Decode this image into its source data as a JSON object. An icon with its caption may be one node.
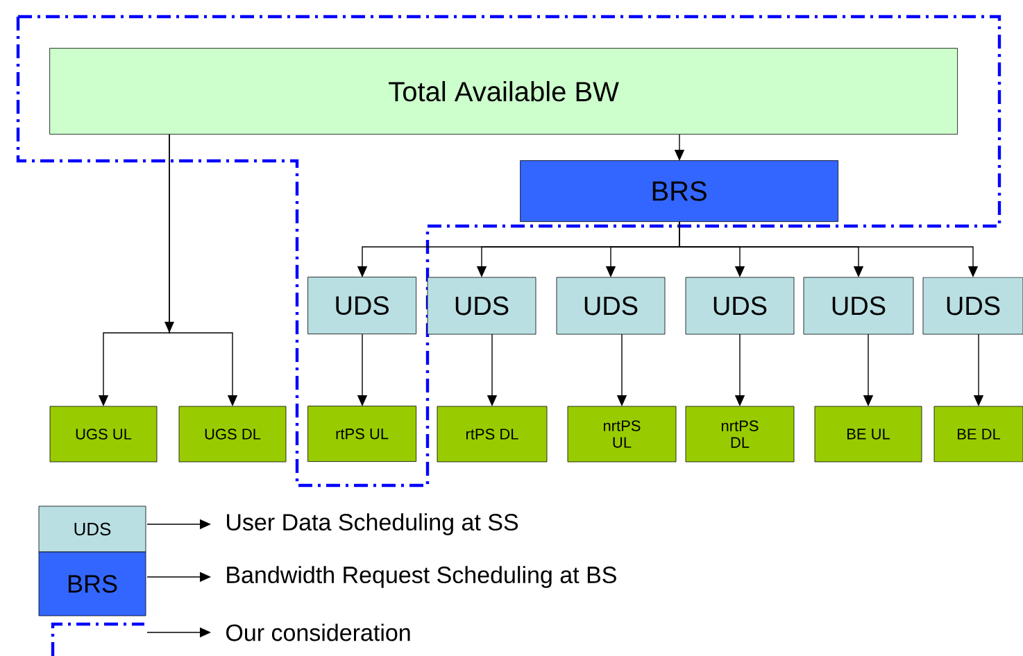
{
  "diagram": {
    "nodes": [
      {
        "text": [],
        "shape": "box"
      },
      {
        "text": [
          "Total Available BW"
        ],
        "in": 0
      },
      {
        "text": [
          "BRS"
        ],
        "in": 0
      },
      {
        "text": [
          "UDS"
        ],
        "in": 0
      },
      {
        "text": [
          "UDS"
        ]
      },
      {
        "text": [
          "UDS"
        ]
      },
      {
        "text": [
          "UDS"
        ]
      },
      {
        "text": [
          "UDS"
        ]
      },
      {
        "text": [
          "UDS"
        ]
      },
      {
        "text": [
          "UGS UL"
        ]
      },
      {
        "text": [
          "UGS DL"
        ]
      },
      {
        "text": [
          "rtPS UL"
        ],
        "in": 0
      },
      {
        "text": [
          "rtPS DL"
        ]
      },
      {
        "text": [
          "nrtPS UL"
        ]
      },
      {
        "text": [
          "nrtPS DL"
        ]
      },
      {
        "text": [
          "BE UL"
        ]
      },
      {
        "text": [
          "BE DL"
        ]
      }
    ],
    "edges": [
      {
        "from": 1,
        "to": 2,
        "arrow": "to"
      },
      {
        "from": 1,
        "to": 9,
        "arrow": "to"
      },
      {
        "from": 1,
        "to": 10,
        "arrow": "to"
      },
      {
        "from": 2,
        "to": 3,
        "arrow": "to"
      },
      {
        "from": 2,
        "to": 4,
        "arrow": "to"
      },
      {
        "from": 2,
        "to": 5,
        "arrow": "to"
      },
      {
        "from": 2,
        "to": 6,
        "arrow": "to"
      },
      {
        "from": 2,
        "to": 7,
        "arrow": "to"
      },
      {
        "from": 2,
        "to": 8,
        "arrow": "to"
      },
      {
        "from": 3,
        "to": 11,
        "arrow": "to"
      },
      {
        "from": 4,
        "to": 12,
        "arrow": "to"
      },
      {
        "from": 5,
        "to": 13,
        "arrow": "to"
      },
      {
        "from": 6,
        "to": 14,
        "arrow": "to"
      },
      {
        "from": 7,
        "to": 15,
        "arrow": "to"
      },
      {
        "from": 8,
        "to": 16,
        "arrow": "to"
      }
    ],
    "labels": [
      "UDS",
      "BRS"
    ],
    "legend": [
      {
        "text": "User Data Scheduling at SS",
        "color": "#b9dfe3"
      },
      {
        "text": "Bandwidth Request Scheduling at BS",
        "color": "#3366ff"
      },
      {
        "text": "Our consideration"
      }
    ]
  }
}
